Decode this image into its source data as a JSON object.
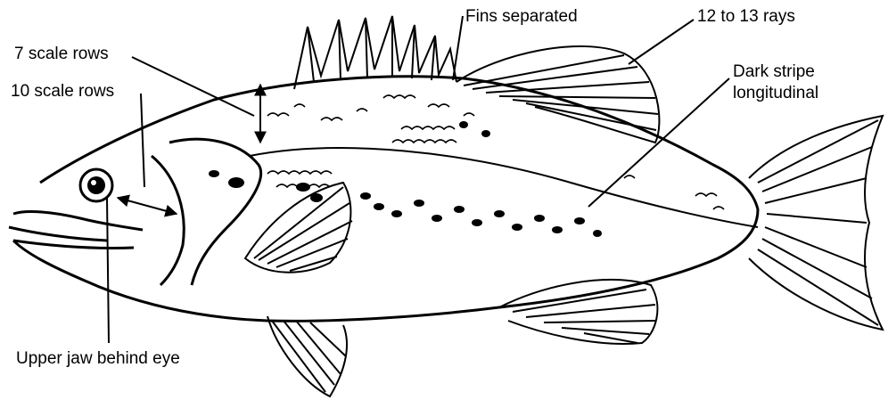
{
  "labels": {
    "fins_separated": "Fins separated",
    "rays": "12 to 13 rays",
    "seven_scale_rows": "7 scale rows",
    "ten_scale_rows": "10 scale rows",
    "dark_stripe_line1": "Dark stripe",
    "dark_stripe_line2": "longitudinal",
    "upper_jaw": "Upper jaw behind eye"
  },
  "colors": {
    "ink": "#000000",
    "paper": "#ffffff"
  }
}
